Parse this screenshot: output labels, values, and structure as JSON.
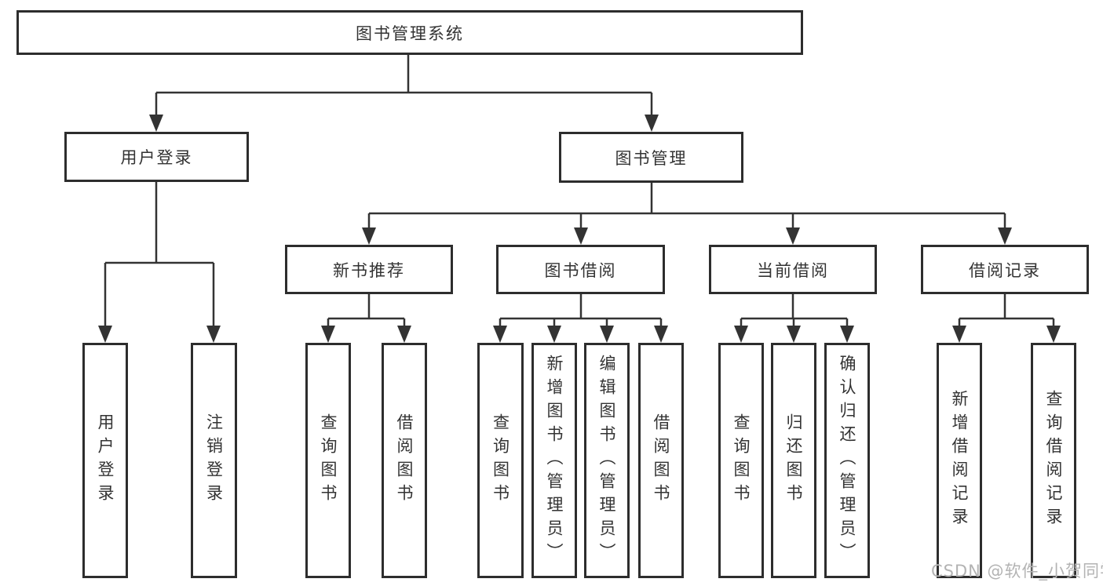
{
  "colors": {
    "line": "#333333",
    "box_border": "#2d2d2d",
    "text": "#333333",
    "watermark": "#b3b3b3",
    "background": "#ffffff"
  },
  "watermark": {
    "text": "CSDN @软件_小贺同学"
  },
  "tree": {
    "root": {
      "label": "图书管理系统"
    },
    "branches": [
      {
        "label": "用户登录",
        "leaves": [
          "用户登录",
          "注销登录"
        ]
      },
      {
        "label": "图书管理",
        "groups": [
          {
            "label": "新书推荐",
            "leaves": [
              "查询图书",
              "借阅图书"
            ]
          },
          {
            "label": "图书借阅",
            "leaves": [
              "查询图书",
              "新增图书（管理员）",
              "编辑图书（管理员）",
              "借阅图书"
            ]
          },
          {
            "label": "当前借阅",
            "leaves": [
              "查询图书",
              "归还图书",
              "确认归还（管理员）"
            ]
          },
          {
            "label": "借阅记录",
            "leaves": [
              "新增借阅记录",
              "查询借阅记录"
            ]
          }
        ]
      }
    ]
  }
}
